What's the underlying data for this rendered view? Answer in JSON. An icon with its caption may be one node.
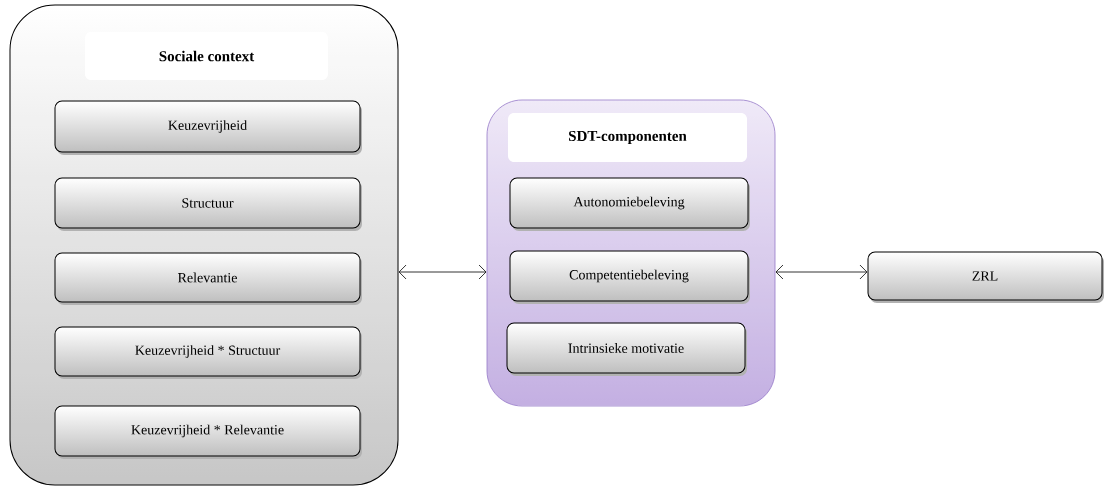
{
  "diagram": {
    "nodes": [
      {
        "text": [
          "Sociale context"
        ]
      },
      {
        "text": [
          "Keuzevrijheid"
        ],
        "in": 0
      },
      {
        "text": [
          "Structuur"
        ],
        "in": 0
      },
      {
        "text": [
          "Relevantie"
        ],
        "in": 0
      },
      {
        "text": [
          "Keuzevrijheid * Structuur"
        ],
        "in": 0
      },
      {
        "text": [
          "Keuzevrijheid * Relevantie"
        ],
        "in": 0
      },
      {
        "text": [
          "SDT-componenten"
        ]
      },
      {
        "text": [
          "Autonomiebeleving"
        ],
        "in": 6
      },
      {
        "text": [
          "Competentiebeleving"
        ],
        "in": 6
      },
      {
        "text": [
          "Intrinsieke motivatie"
        ],
        "in": 6
      },
      {
        "text": [
          "ZRL"
        ]
      }
    ],
    "edges": [
      {
        "from": 0,
        "to": 6,
        "arrow": "both"
      },
      {
        "from": 6,
        "to": 10,
        "arrow": "both"
      }
    ]
  }
}
